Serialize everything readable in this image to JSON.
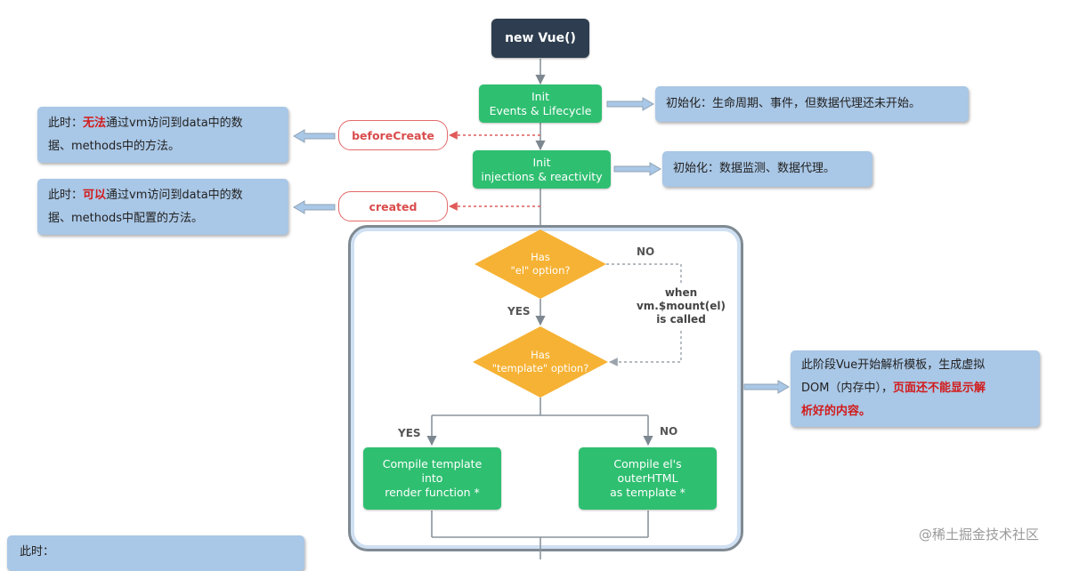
{
  "nodes": {
    "new_vue": "new Vue()",
    "init_events": {
      "line1": "Init",
      "line2": "Events & Lifecycle"
    },
    "init_injections": {
      "line1": "Init",
      "line2": "injections & reactivity"
    },
    "has_el": {
      "line1": "Has",
      "line2": "\"el\" option?"
    },
    "has_template": {
      "line1": "Has",
      "line2": "\"template\" option?"
    },
    "compile_template": {
      "line1": "Compile template",
      "line2": "into",
      "line3": "render function *"
    },
    "compile_el": {
      "line1": "Compile el's",
      "line2": "outerHTML",
      "line3": "as template *"
    }
  },
  "hooks": {
    "before_create": "beforeCreate",
    "created": "created"
  },
  "labels": {
    "no_top": "NO",
    "yes_mid": "YES",
    "yes_left": "YES",
    "no_right": "NO",
    "when_mount": {
      "line1": "when",
      "line2": "vm.$mount(el)",
      "line3": "is called"
    }
  },
  "notes": {
    "before_create": {
      "p1": "此时：",
      "hl": "无法",
      "p2": "通过vm访问到data中的数",
      "line2": "据、methods中的方法。"
    },
    "created": {
      "p1": "此时：",
      "hl": "可以",
      "p2": "通过vm访问到data中的数",
      "line2": "据、methods中配置的方法。"
    },
    "init_events": "初始化：生命周期、事件，但数据代理还未开始。",
    "init_injections": "初始化：数据监测、数据代理。",
    "template_phase": {
      "line1": "此阶段Vue开始解析模板，生成虚拟",
      "line2_plain": "DOM（内存中），",
      "line2_hl": "页面还不能显示解",
      "line3_hl": "析好的内容。"
    },
    "bottom": "此时："
  },
  "watermark": "@稀土掘金技术社区",
  "colors": {
    "dark_node": "#2e3e50",
    "green_node": "#2fbf71",
    "diamond": "#f6b234",
    "hook_border": "#e46a6a",
    "note_bg": "#a9c7e6",
    "highlight_red": "#d21b1b"
  }
}
